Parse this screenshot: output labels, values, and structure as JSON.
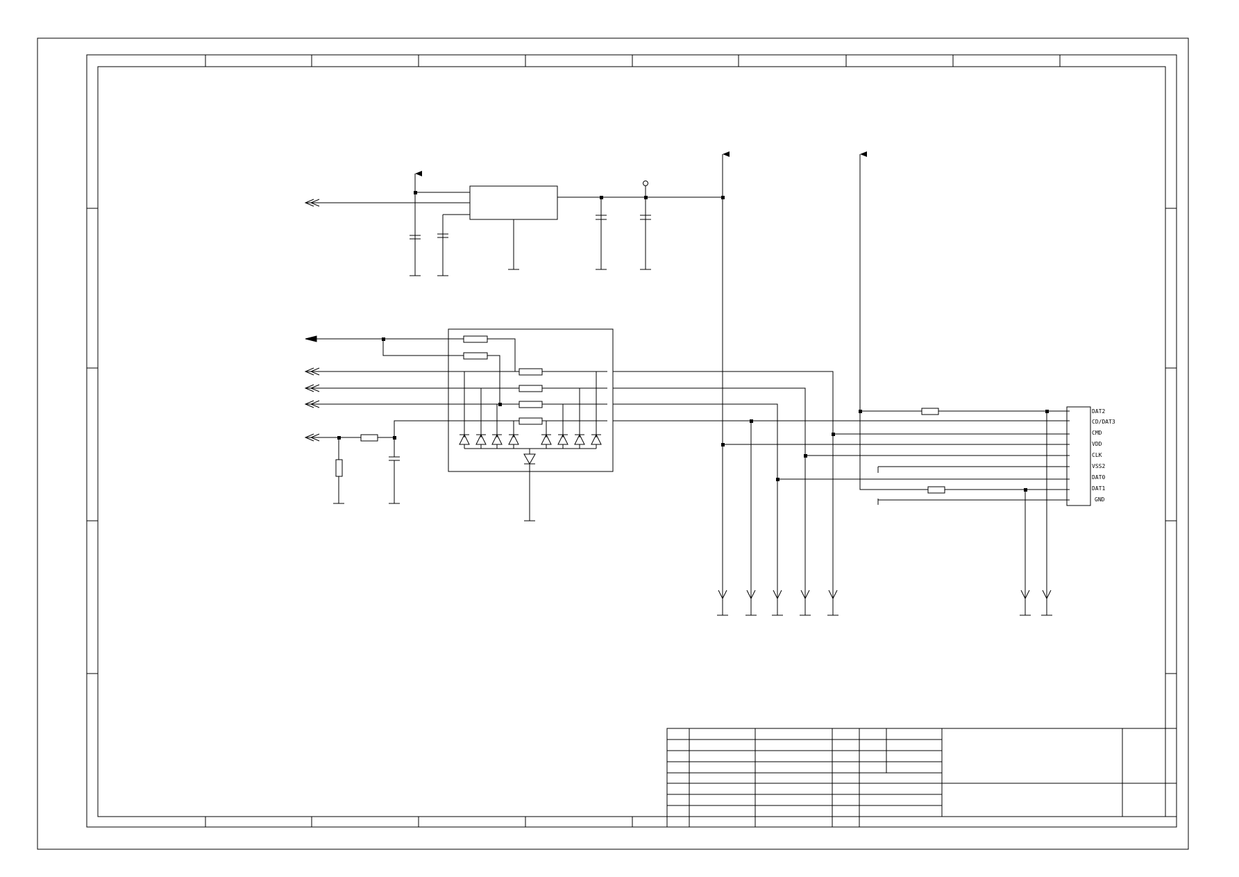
{
  "colors": {
    "background": "#ffffff",
    "line": "#000000"
  },
  "connector": {
    "pins": [
      "DAT2",
      "CD/DAT3",
      "CMD",
      "VDD",
      "CLK",
      "VSS2",
      "DAT0",
      "DAT1",
      "GND"
    ]
  },
  "icons": [
    "arrow-up-icon",
    "double-arrow-left-icon",
    "arrow-left-icon",
    "ground-icon",
    "capacitor-icon",
    "resistor-icon",
    "diode-icon",
    "esd-protection-icon",
    "test-point-icon"
  ]
}
